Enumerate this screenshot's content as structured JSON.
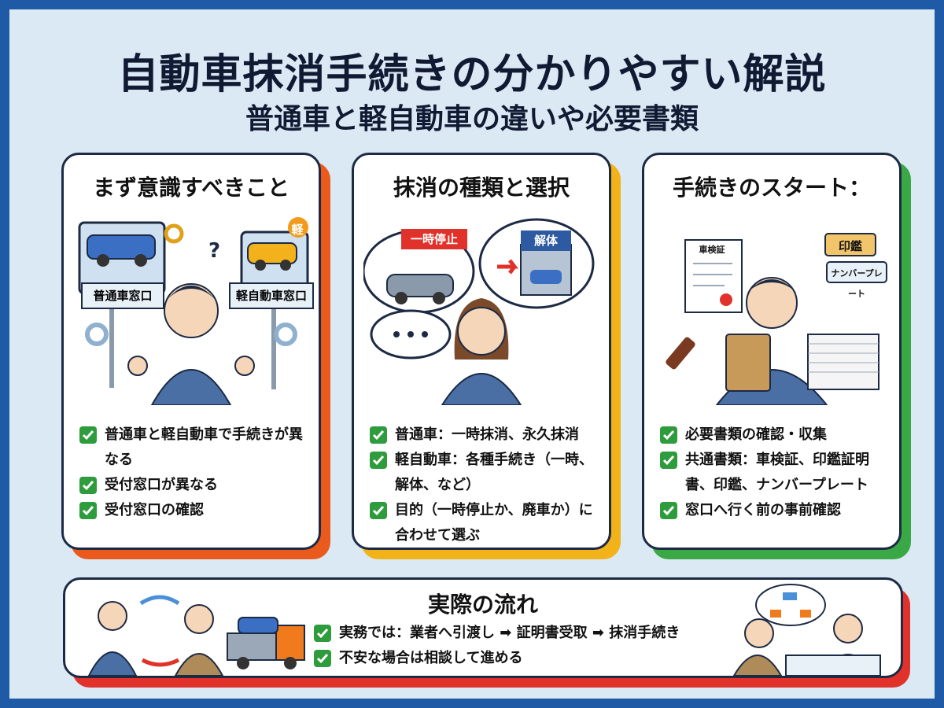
{
  "title": "自動車抹消手続きの分かりやすい解説",
  "subtitle": "普通車と軽自動車の違いや必要書類",
  "cards": [
    {
      "heading": "まず意識すべきこと",
      "signs": {
        "left": "普通車窓口",
        "right": "軽自動車窓口",
        "badge": "軽"
      },
      "items": [
        "普通車と軽自動車で手続きが異なる",
        "受付窓口が異なる",
        "受付窓口の確認"
      ],
      "accent": "#ea5a1c"
    },
    {
      "heading": "抹消の種類と選択",
      "bubbles": {
        "left": "一時停止",
        "right": "解体"
      },
      "items": [
        "普通車：一時抹消、永久抹消",
        "軽自動車：各種手続き（一時、解体、など）",
        "目的（一時停止か、廃車か）に合わせて選ぶ"
      ],
      "accent": "#f2b31a"
    },
    {
      "heading": "手続きのスタート：",
      "docs": {
        "cert": "車検証",
        "seal": "印鑑",
        "plate": "ナンバープレート"
      },
      "items": [
        "必要書類の確認・収集",
        "共通書類：車検証、印鑑証明書、印鑑、ナンバープレート",
        "窓口へ行く前の事前確認"
      ],
      "accent": "#3aa845"
    }
  ],
  "flow": {
    "heading": "実際の流れ",
    "items": [
      "実務では：業者へ引渡し ➡ 証明書受取 ➡ 抹消手続き",
      "不安な場合は相談して進める"
    ]
  },
  "colors": {
    "frame": "#1f5aa6",
    "background": "#dbe9f4",
    "check": "#2e9b3c",
    "suit": "#4a6fa5"
  }
}
